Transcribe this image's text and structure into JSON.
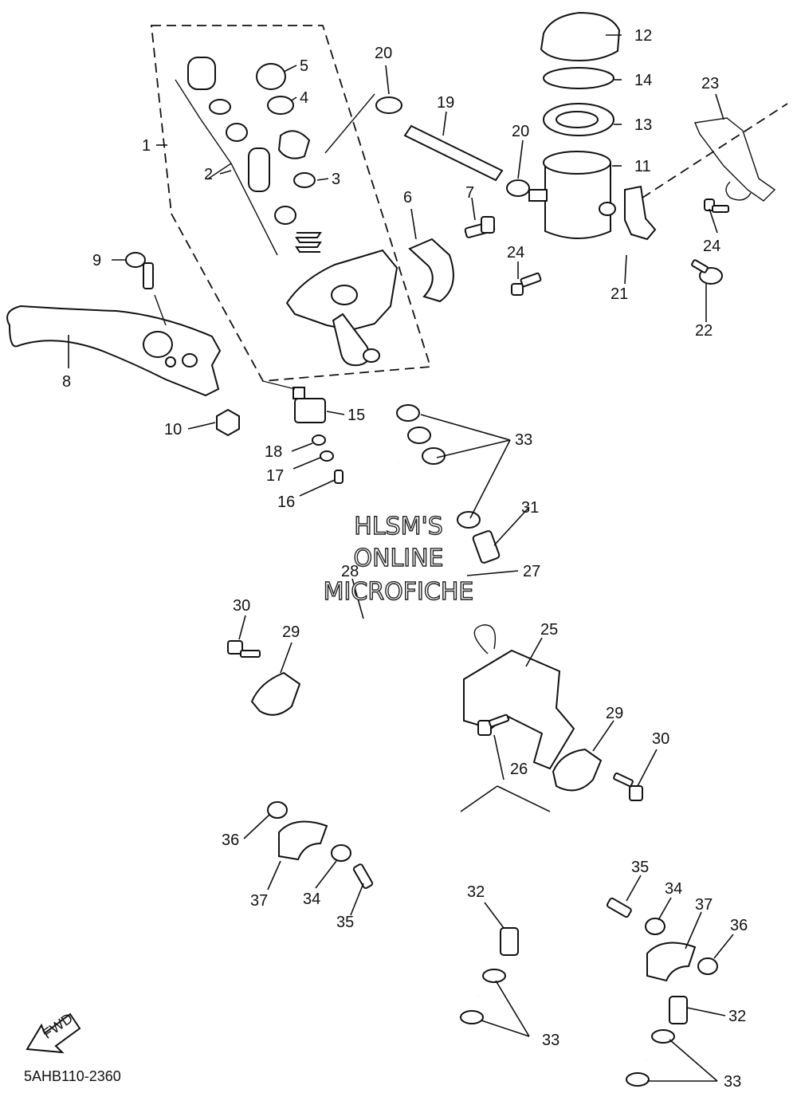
{
  "diagram_code": "5AHB110-2360",
  "watermark": [
    "HLSM'S",
    "ONLINE",
    "MICROFICHE"
  ],
  "fwd_label": "FWD",
  "callouts": {
    "c1": "1",
    "c2": "2",
    "c3": "3",
    "c4": "4",
    "c5": "5",
    "c6": "6",
    "c7": "7",
    "c8": "8",
    "c9": "9",
    "c10": "10",
    "c11": "11",
    "c12": "12",
    "c13": "13",
    "c14": "14",
    "c15": "15",
    "c16": "16",
    "c17": "17",
    "c18": "18",
    "c19": "19",
    "c20a": "20",
    "c20b": "20",
    "c21": "21",
    "c22": "22",
    "c23": "23",
    "c24a": "24",
    "c24b": "24",
    "c25": "25",
    "c26": "26",
    "c27": "27",
    "c28": "28",
    "c29a": "29",
    "c29b": "29",
    "c30a": "30",
    "c30b": "30",
    "c31": "31",
    "c32a": "32",
    "c32b": "32",
    "c33a": "33",
    "c33b": "33",
    "c33c": "33",
    "c34a": "34",
    "c34b": "34",
    "c35a": "35",
    "c35b": "35",
    "c36a": "36",
    "c36b": "36",
    "c37a": "37",
    "c37b": "37"
  }
}
